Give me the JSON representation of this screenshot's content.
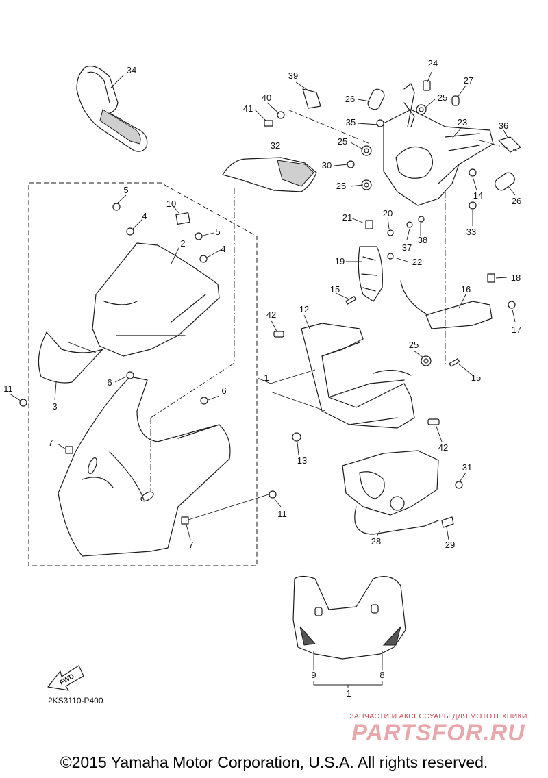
{
  "diagram": {
    "code": "2KS3110-P400",
    "fwd_label": "FWD",
    "callouts": [
      {
        "id": "c34",
        "label": "34"
      },
      {
        "id": "c39",
        "label": "39"
      },
      {
        "id": "c40",
        "label": "40"
      },
      {
        "id": "c41",
        "label": "41"
      },
      {
        "id": "c24",
        "label": "24"
      },
      {
        "id": "c26a",
        "label": "26"
      },
      {
        "id": "c25a",
        "label": "25"
      },
      {
        "id": "c27",
        "label": "27"
      },
      {
        "id": "c35",
        "label": "35"
      },
      {
        "id": "c23",
        "label": "23"
      },
      {
        "id": "c36",
        "label": "36"
      },
      {
        "id": "c25b",
        "label": "25"
      },
      {
        "id": "c32",
        "label": "32"
      },
      {
        "id": "c30",
        "label": "30"
      },
      {
        "id": "c25c",
        "label": "25"
      },
      {
        "id": "c14",
        "label": "14"
      },
      {
        "id": "c26b",
        "label": "26"
      },
      {
        "id": "c33",
        "label": "33"
      },
      {
        "id": "c5a",
        "label": "5"
      },
      {
        "id": "c10",
        "label": "10"
      },
      {
        "id": "c4a",
        "label": "4"
      },
      {
        "id": "c5b",
        "label": "5"
      },
      {
        "id": "c2",
        "label": "2"
      },
      {
        "id": "c4b",
        "label": "4"
      },
      {
        "id": "c21",
        "label": "21"
      },
      {
        "id": "c20",
        "label": "20"
      },
      {
        "id": "c37",
        "label": "37"
      },
      {
        "id": "c38",
        "label": "38"
      },
      {
        "id": "c19",
        "label": "19"
      },
      {
        "id": "c22",
        "label": "22"
      },
      {
        "id": "c18",
        "label": "18"
      },
      {
        "id": "c15a",
        "label": "15"
      },
      {
        "id": "c16",
        "label": "16"
      },
      {
        "id": "c17",
        "label": "17"
      },
      {
        "id": "c42a",
        "label": "42"
      },
      {
        "id": "c12",
        "label": "12"
      },
      {
        "id": "c1a",
        "label": "1"
      },
      {
        "id": "c3",
        "label": "3"
      },
      {
        "id": "c11a",
        "label": "11"
      },
      {
        "id": "c6a",
        "label": "6"
      },
      {
        "id": "c6b",
        "label": "6"
      },
      {
        "id": "c7a",
        "label": "7"
      },
      {
        "id": "c25d",
        "label": "25"
      },
      {
        "id": "c15b",
        "label": "15"
      },
      {
        "id": "c42b",
        "label": "42"
      },
      {
        "id": "c13",
        "label": "13"
      },
      {
        "id": "c31",
        "label": "31"
      },
      {
        "id": "c11b",
        "label": "11"
      },
      {
        "id": "c7b",
        "label": "7"
      },
      {
        "id": "c28",
        "label": "28"
      },
      {
        "id": "c29",
        "label": "29"
      },
      {
        "id": "c9",
        "label": "9"
      },
      {
        "id": "c8",
        "label": "8"
      },
      {
        "id": "c1b",
        "label": "1"
      }
    ]
  },
  "watermark": {
    "tagline": "ЗАПЧАСТИ И АКСЕССУАРЫ ДЛЯ МОТОТЕХНИКИ",
    "logo": "PARTSFOR.RU"
  },
  "footer": {
    "copyright": "©2015 Yamaha Motor Corporation, U.S.A. All rights reserved."
  }
}
